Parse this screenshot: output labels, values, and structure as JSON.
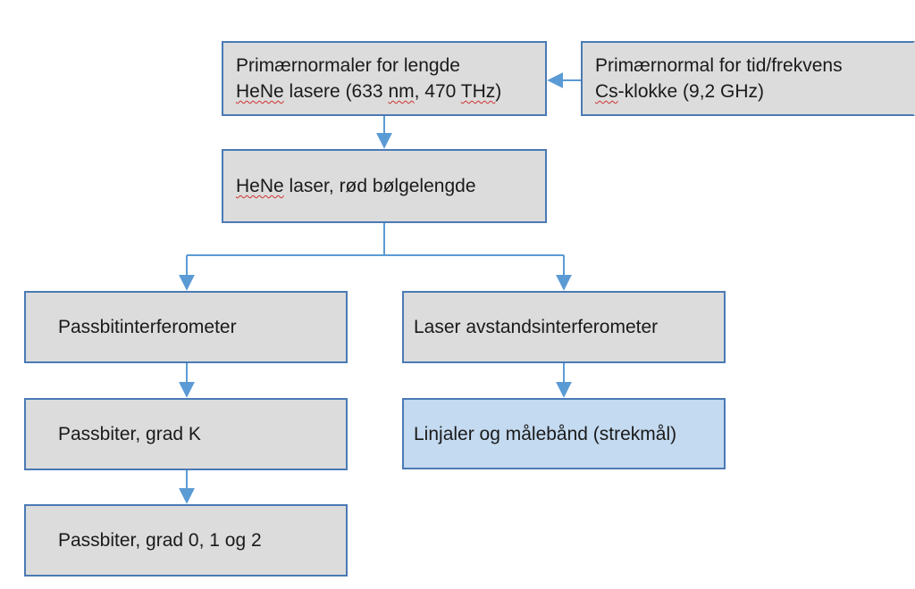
{
  "colors": {
    "border": "#4a7ab5",
    "box_fill": "#dcdcdc",
    "highlight_fill": "#c4daf0",
    "connector": "#5b9bd5",
    "spellcheck": "#d03030"
  },
  "nodes": {
    "length_standard": {
      "line1": "Primærnormaler for lengde",
      "line2_flag": "HeNe",
      "line2_a": " lasere (633 ",
      "line2_flag2": "nm",
      "line2_b": ", 470 ",
      "line2_flag3": "THz",
      "line2_c": ")"
    },
    "time_standard": {
      "line1": "Primærnormal for tid/frekvens",
      "line2_flag": "Cs",
      "line2_rest": "-klokke (9,2 GHz)"
    },
    "hene_laser": {
      "flag": "HeNe",
      "rest": " laser, rød bølgelengde"
    },
    "gauge_interferometer": {
      "label": "Passbitinterferometer"
    },
    "distance_interferometer": {
      "label": "Laser avstandsinterferometer"
    },
    "gauge_blocks_k": {
      "label": "Passbiter, grad K"
    },
    "rulers": {
      "label": "Linjaler og målebånd (strekmål)"
    },
    "gauge_blocks_012": {
      "label": "Passbiter, grad 0, 1 og 2"
    }
  }
}
